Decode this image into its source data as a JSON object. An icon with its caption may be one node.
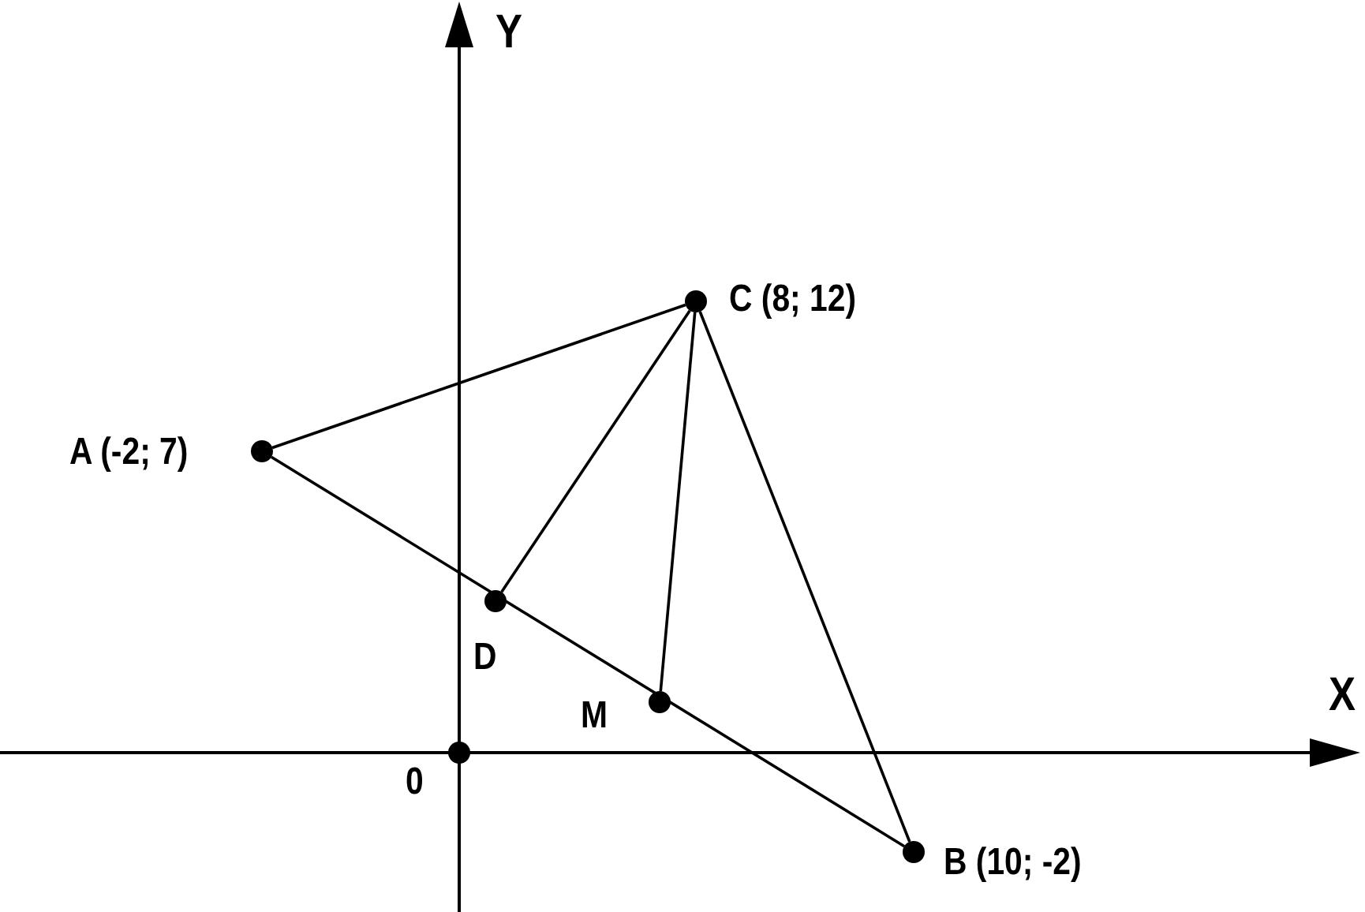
{
  "diagram": {
    "nodes": [
      {
        "text": [],
        "shape": "circle",
        "beside": [
          "A (-2; 7)"
        ]
      },
      {
        "text": [],
        "shape": "circle",
        "beside": [
          "C (8; 12)"
        ]
      },
      {
        "text": [],
        "shape": "circle",
        "beside": [
          "D"
        ]
      },
      {
        "text": [],
        "shape": "circle",
        "beside": [
          "M"
        ]
      },
      {
        "text": [],
        "shape": "circle",
        "beside": [
          "0"
        ]
      },
      {
        "text": [],
        "shape": "circle",
        "beside": [
          "B (10; -2)"
        ]
      }
    ],
    "edges": [
      {
        "from": 0,
        "to": 1,
        "arrow": "none"
      },
      {
        "from": 0,
        "to": 5,
        "arrow": "none"
      },
      {
        "from": 1,
        "to": 5,
        "arrow": "none"
      },
      {
        "from": 1,
        "to": 2,
        "arrow": "none"
      },
      {
        "from": 1,
        "to": 3,
        "arrow": "none"
      }
    ],
    "labels": [
      "Y",
      "X"
    ]
  }
}
